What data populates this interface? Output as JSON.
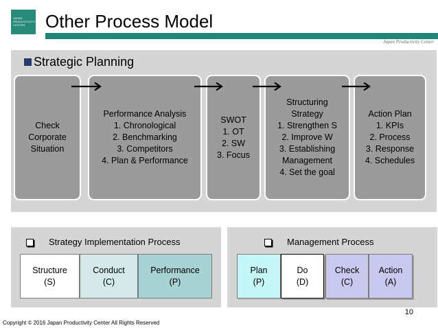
{
  "header": {
    "title": "Other Process Model",
    "logo_text": "JAPAN PRODUCTIVITY CENTER",
    "org_name": "Japan Productivity Center"
  },
  "strategic": {
    "heading": "Strategic Planning",
    "steps": [
      {
        "lines": [
          "Check",
          "Corporate",
          "Situation"
        ]
      },
      {
        "lines": [
          "Performance Analysis",
          "1. Chronological",
          "2. Benchmarking",
          "3. Competitors",
          "4. Plan & Performance"
        ]
      },
      {
        "lines": [
          "SWOT",
          "1. OT",
          "2. SW",
          "3. Focus"
        ]
      },
      {
        "lines": [
          "Structuring",
          "Strategy",
          "1. Strengthen S",
          "2. Improve W",
          "3. Establishing",
          "Management",
          "4. Set the goal"
        ]
      },
      {
        "lines": [
          "Action Plan",
          "1. KPIs",
          "2. Process",
          "3. Response",
          "4. Schedules"
        ]
      }
    ]
  },
  "implementation": {
    "heading": "Strategy Implementation Process",
    "cells": [
      {
        "name": "Structure",
        "abbr": "(S)"
      },
      {
        "name": "Conduct",
        "abbr": "(C)"
      },
      {
        "name": "Performance",
        "abbr": "(P)"
      }
    ]
  },
  "management": {
    "heading": "Management Process",
    "cells": [
      {
        "name": "Plan",
        "abbr": "(P)"
      },
      {
        "name": "Do",
        "abbr": "(D)"
      },
      {
        "name": "Check",
        "abbr": "(C)"
      },
      {
        "name": "Action",
        "abbr": "(A)"
      }
    ]
  },
  "colors": {
    "brand_teal": "#1f8576",
    "panel_gray": "#d5d5d5",
    "step_gray": "#9b9b9b",
    "structure": "#ffffff",
    "conduct": "#d6e9ea",
    "performance": "#a8d3d5",
    "plan": "#c6f7f8",
    "do": "#ffffff",
    "check": "#c9c9f0",
    "action": "#c9c9f0"
  },
  "footer": {
    "page_number": "10",
    "copyright": "Copyright © 2016 Japan Productivity Center All Rights Reserved"
  }
}
